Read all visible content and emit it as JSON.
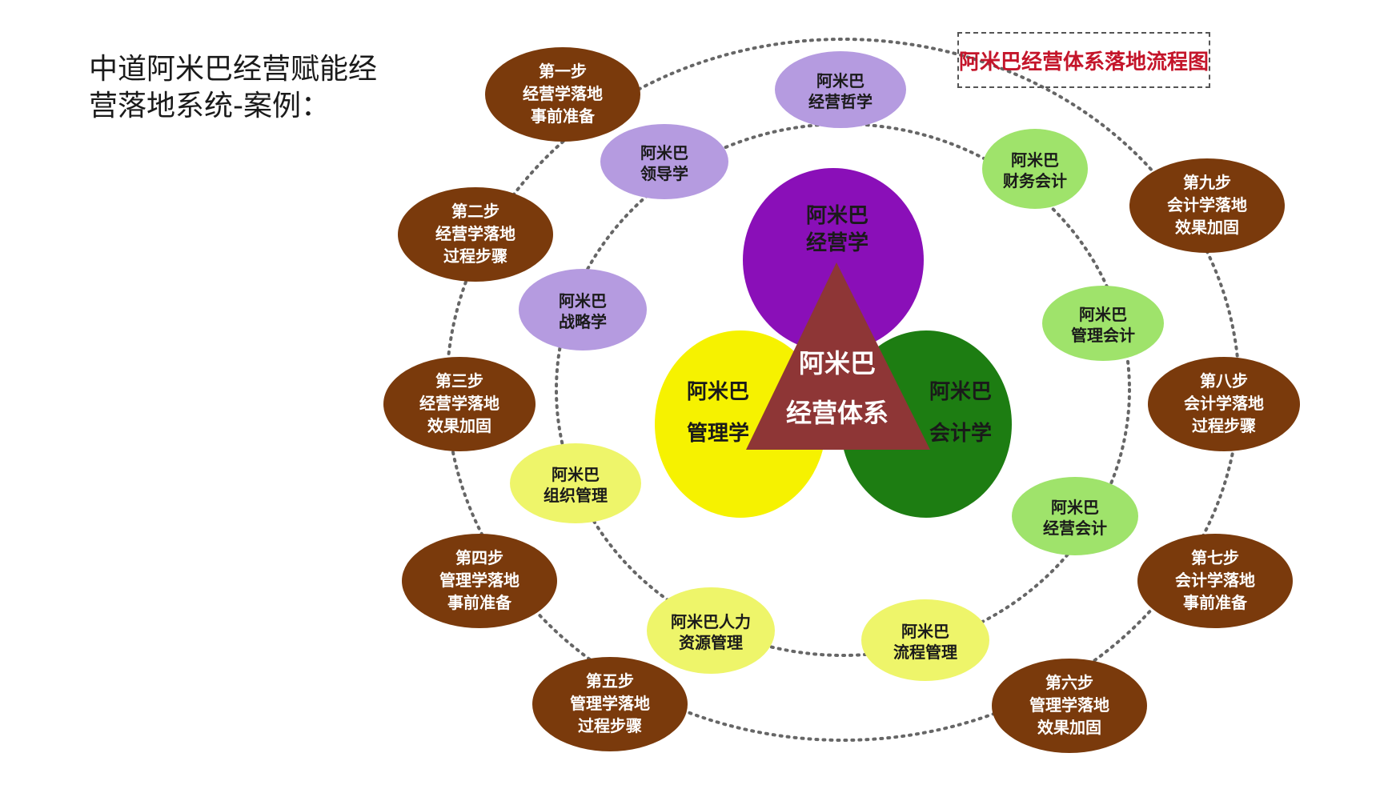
{
  "slide": {
    "title": "中道阿米巴经营赋能经营落地系统-案例："
  },
  "flowchart_label": "阿米巴经营体系落地流程图",
  "center": {
    "text_line1": "阿米巴",
    "text_line2": "经营体系",
    "circles": [
      {
        "id": "jingying",
        "line1": "阿米巴",
        "line2": "经营学",
        "color": "#8a0fb8"
      },
      {
        "id": "guanli",
        "line1": "阿米巴",
        "line2": "管理学",
        "color": "#f6f200"
      },
      {
        "id": "kuaiji",
        "line1": "阿米巴",
        "line2": "会计学",
        "color": "#1d7d12"
      }
    ],
    "triangle_color": "#8e3636"
  },
  "inner_ring": [
    {
      "name": "zhexue",
      "line1": "阿米巴",
      "line2": "经营哲学",
      "color": "#b59be0"
    },
    {
      "name": "caiwu",
      "line1": "阿米巴",
      "line2": "财务会计",
      "color": "#9fe36b"
    },
    {
      "name": "guanlikuaiji",
      "line1": "阿米巴",
      "line2": "管理会计",
      "color": "#9fe36b"
    },
    {
      "name": "jingyingkuaiji",
      "line1": "阿米巴",
      "line2": "经营会计",
      "color": "#9fe36b"
    },
    {
      "name": "liucheng",
      "line1": "阿米巴",
      "line2": "流程管理",
      "color": "#eef56a"
    },
    {
      "name": "renli",
      "line1": "阿米巴人力",
      "line2": "资源管理",
      "color": "#eef56a"
    },
    {
      "name": "zuzhi",
      "line1": "阿米巴",
      "line2": "组织管理",
      "color": "#eef56a"
    },
    {
      "name": "zhanlue",
      "line1": "阿米巴",
      "line2": "战略学",
      "color": "#b59be0"
    },
    {
      "name": "lingdao",
      "line1": "阿米巴",
      "line2": "领导学",
      "color": "#b59be0"
    }
  ],
  "outer_ring": [
    {
      "name": "step-1",
      "line1": "第一步",
      "line2": "经营学落地",
      "line3": "事前准备"
    },
    {
      "name": "step-2",
      "line1": "第二步",
      "line2": "经营学落地",
      "line3": "过程步骤"
    },
    {
      "name": "step-3",
      "line1": "第三步",
      "line2": "经营学落地",
      "line3": "效果加固"
    },
    {
      "name": "step-4",
      "line1": "第四步",
      "line2": "管理学落地",
      "line3": "事前准备"
    },
    {
      "name": "step-5",
      "line1": "第五步",
      "line2": "管理学落地",
      "line3": "过程步骤"
    },
    {
      "name": "step-6",
      "line1": "第六步",
      "line2": "管理学落地",
      "line3": "效果加固"
    },
    {
      "name": "step-7",
      "line1": "第七步",
      "line2": "会计学落地",
      "line3": "事前准备"
    },
    {
      "name": "step-8",
      "line1": "第八步",
      "line2": "会计学落地",
      "line3": "过程步骤"
    },
    {
      "name": "step-9",
      "line1": "第九步",
      "line2": "会计学落地",
      "line3": "效果加固"
    }
  ],
  "colors": {
    "step_fill": "#7a3a0c",
    "step_text": "#ffffff",
    "inner_text": "#1a1a1a",
    "ring_stroke": "#666666"
  }
}
